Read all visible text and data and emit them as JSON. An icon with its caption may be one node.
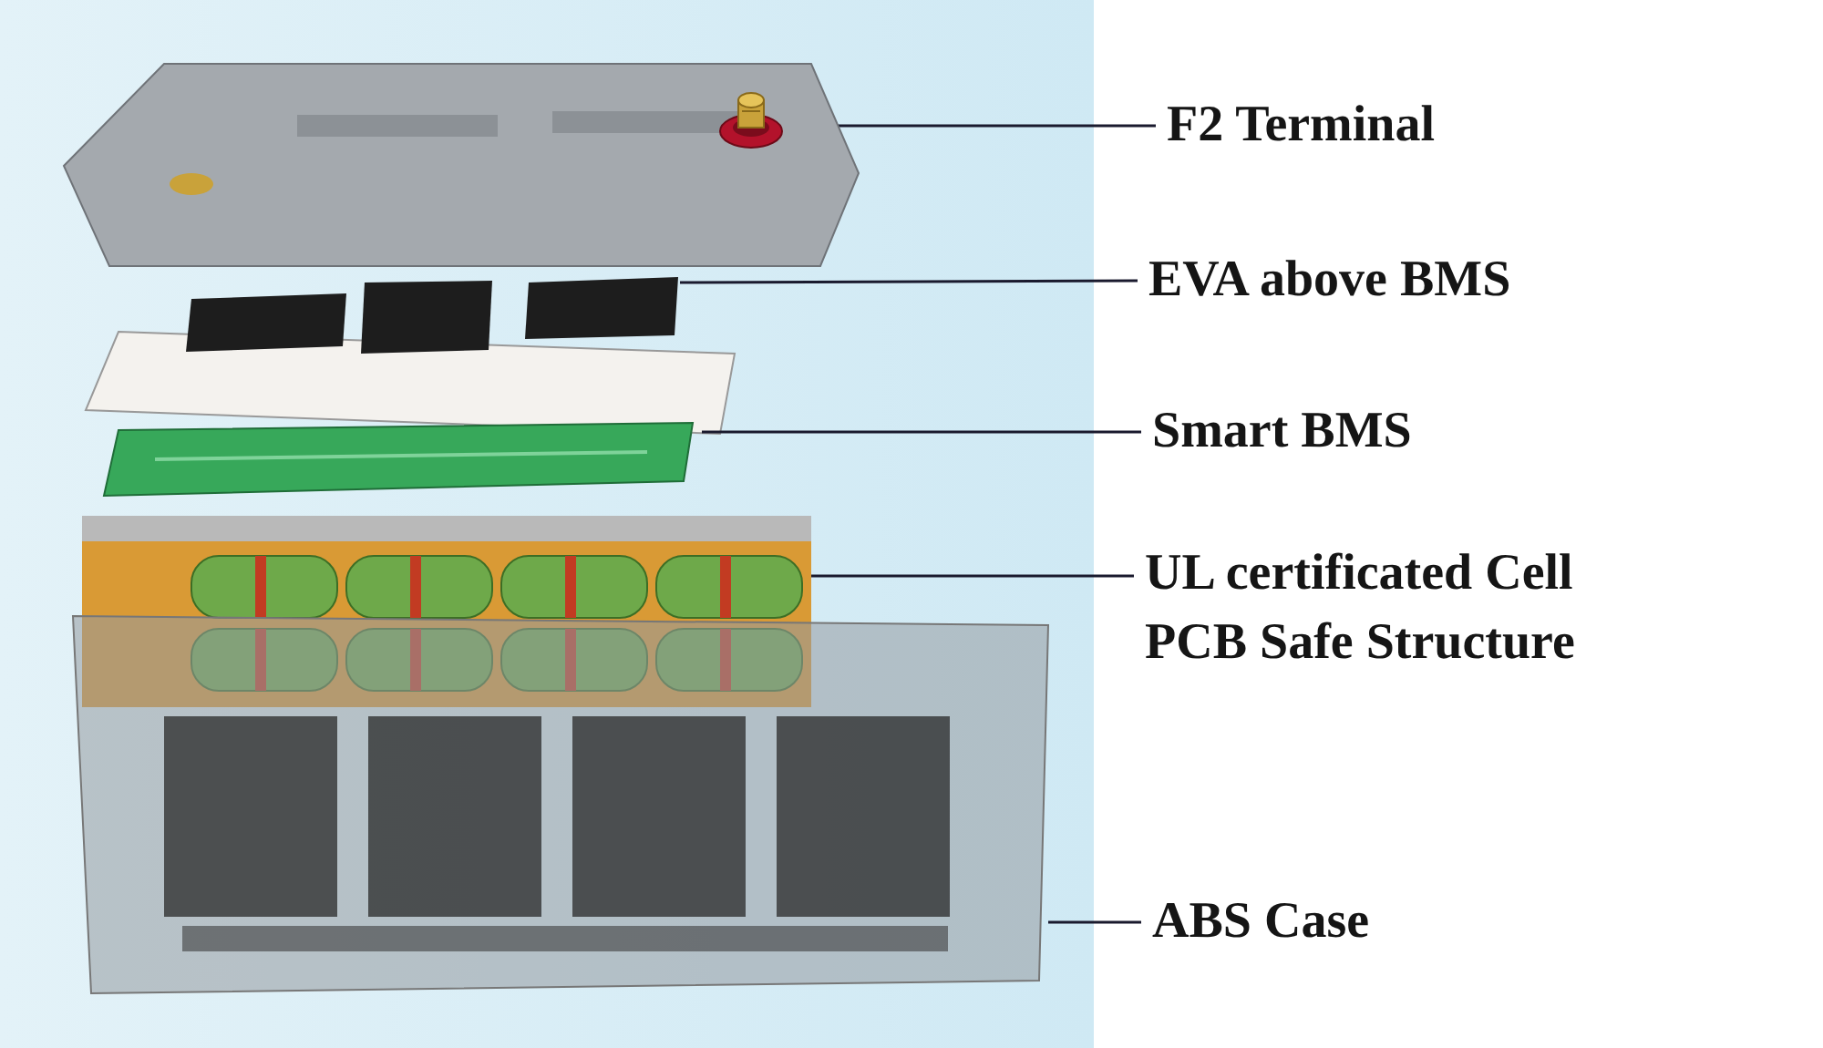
{
  "diagram": {
    "nodes": [
      {
        "text": [
          "F2 Terminal"
        ]
      },
      {
        "text": [],
        "shape": "picture"
      },
      {
        "text": [
          "EVA above BMS"
        ]
      },
      {
        "text": [],
        "shape": "picture"
      },
      {
        "text": [
          "Smart BMS"
        ]
      },
      {
        "text": [],
        "shape": "picture"
      },
      {
        "text": [
          "UL certificated Cell PCB Safe Structure"
        ]
      },
      {
        "text": [],
        "shape": "picture"
      },
      {
        "text": [
          "ABS Case"
        ]
      },
      {
        "text": [],
        "shape": "picture"
      }
    ],
    "edges": [
      {
        "from": 0,
        "to": 1,
        "arrow": "none"
      },
      {
        "from": 2,
        "to": 3,
        "arrow": "none"
      },
      {
        "from": 4,
        "to": 5,
        "arrow": "none"
      },
      {
        "from": 6,
        "to": 7,
        "arrow": "none"
      },
      {
        "from": 8,
        "to": 9,
        "arrow": "none"
      }
    ]
  }
}
